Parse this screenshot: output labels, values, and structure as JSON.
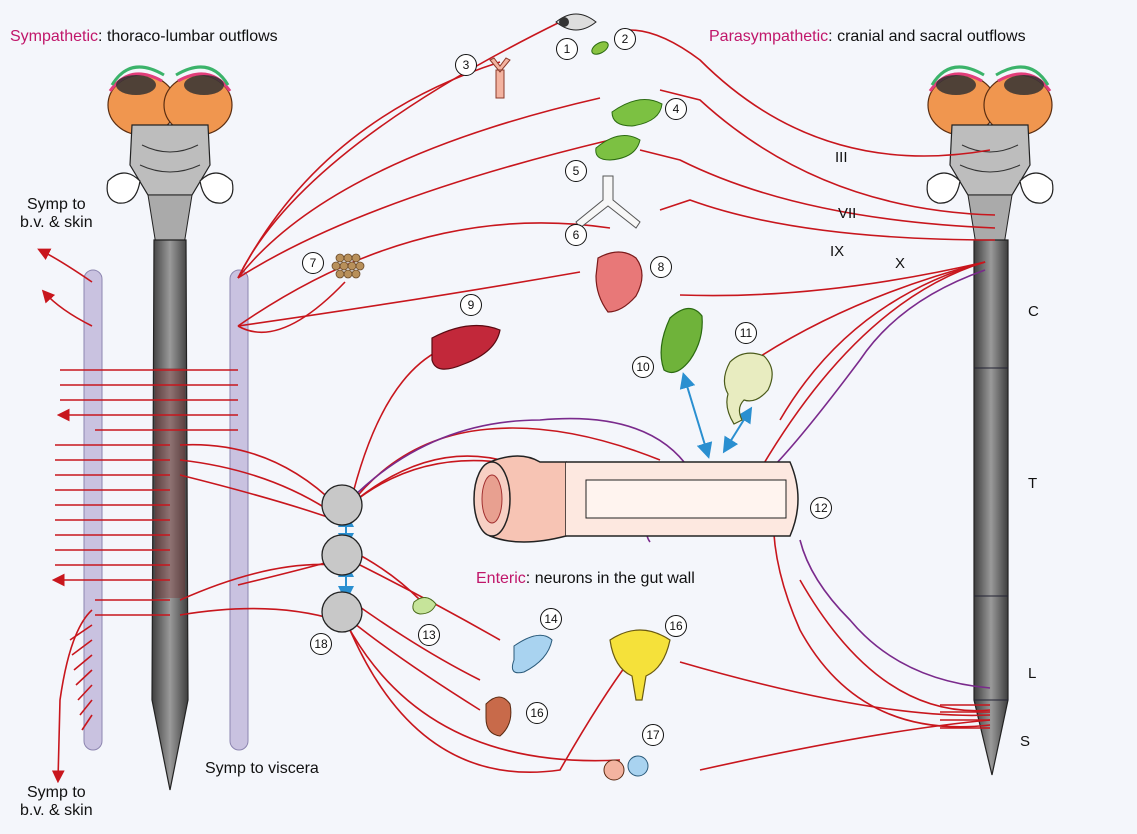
{
  "titles": {
    "symp_keyword": "Sympathetic",
    "symp_rest": ": thoraco-lumbar outflows",
    "para_keyword": "Parasympathetic",
    "para_rest": ": cranial and sacral outflows",
    "enteric_keyword": "Enteric",
    "enteric_rest": ": neurons in the gut wall"
  },
  "labels": {
    "symp_skin_top_1": "Symp to",
    "symp_skin_top_2": "b.v. & skin",
    "symp_skin_bottom_1": "Symp to",
    "symp_skin_bottom_2": "b.v. & skin",
    "symp_viscera": "Symp to viscera"
  },
  "cranial_nerves": [
    "III",
    "VII",
    "IX",
    "X"
  ],
  "cord_regions": [
    "C",
    "T",
    "L",
    "S"
  ],
  "organ_numbers": [
    "1",
    "2",
    "3",
    "4",
    "5",
    "6",
    "7",
    "8",
    "9",
    "10",
    "11",
    "12",
    "13",
    "14",
    "16",
    "16",
    "17",
    "18"
  ],
  "colors": {
    "sympathetic_fiber": "#c8161d",
    "parasympathetic_fiber": "#c8161d",
    "vagal_enteric_fiber": "#7a2a8c",
    "interaction_arrow": "#2a8fd0",
    "label_accent": "#c0166a",
    "sympathetic_chain": "#c9c2e0",
    "spinal_cord": "#6a6a6a"
  },
  "icons": [
    "eye-icon",
    "lacrimal-gland-icon",
    "blood-vessel-icon",
    "salivary-gland-icon",
    "trachea-icon",
    "pancreas-cluster-icon",
    "heart-icon",
    "liver-icon",
    "gallbladder-icon",
    "stomach-icon",
    "gut-tube-icon",
    "adrenal-icon",
    "spleen-icon",
    "kidney-icon",
    "bladder-icon",
    "reproductive-organs-icon",
    "prevertebral-ganglion-icon",
    "brain-icon"
  ]
}
